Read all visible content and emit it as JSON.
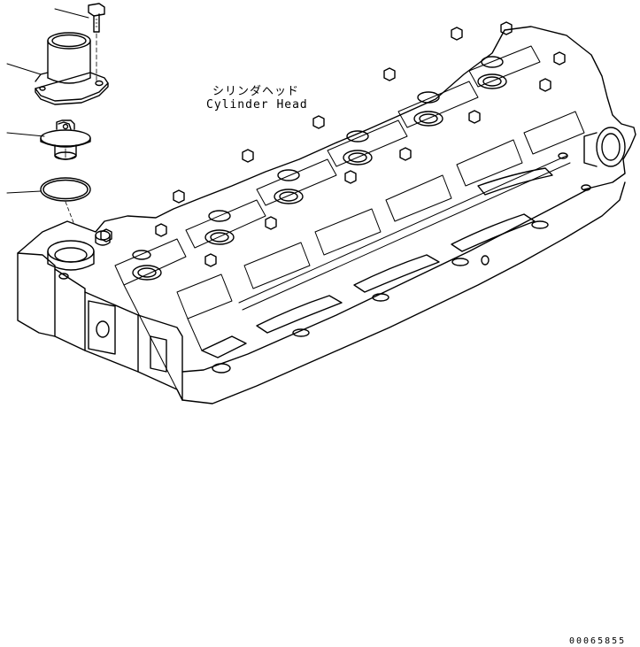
{
  "labels": {
    "part_name_jp": "シリンダヘッド",
    "part_name_en": "Cylinder Head",
    "figure_number": "00065855"
  },
  "parts": [
    {
      "name": "bolt"
    },
    {
      "name": "thermostat-housing"
    },
    {
      "name": "thermostat"
    },
    {
      "name": "gasket"
    },
    {
      "name": "cylinder-head"
    }
  ]
}
